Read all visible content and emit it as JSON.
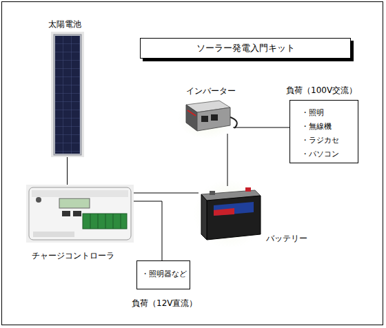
{
  "diagram": {
    "title": "ソーラー発電入門キット",
    "nodes": [
      {
        "text": [
          "太陽電池"
        ]
      },
      {
        "text": [
          "インバーター"
        ]
      },
      {
        "text": [
          "負荷（100V交流）",
          "・照明",
          "・無線機",
          "・ラジカセ",
          "・パソコン"
        ]
      },
      {
        "text": [
          "チャージコントローラ"
        ]
      },
      {
        "text": [
          "バッテリー"
        ]
      },
      {
        "text": [
          "・照明器など",
          "負荷（12V直流）"
        ]
      }
    ],
    "edges": [
      {
        "from": 0,
        "to": 3,
        "arrow": "none"
      },
      {
        "from": 3,
        "to": 4,
        "arrow": "none"
      },
      {
        "from": 1,
        "to": 4,
        "arrow": "none"
      },
      {
        "from": 1,
        "to": 2,
        "arrow": "none"
      },
      {
        "from": 3,
        "to": 5,
        "arrow": "none"
      }
    ]
  }
}
